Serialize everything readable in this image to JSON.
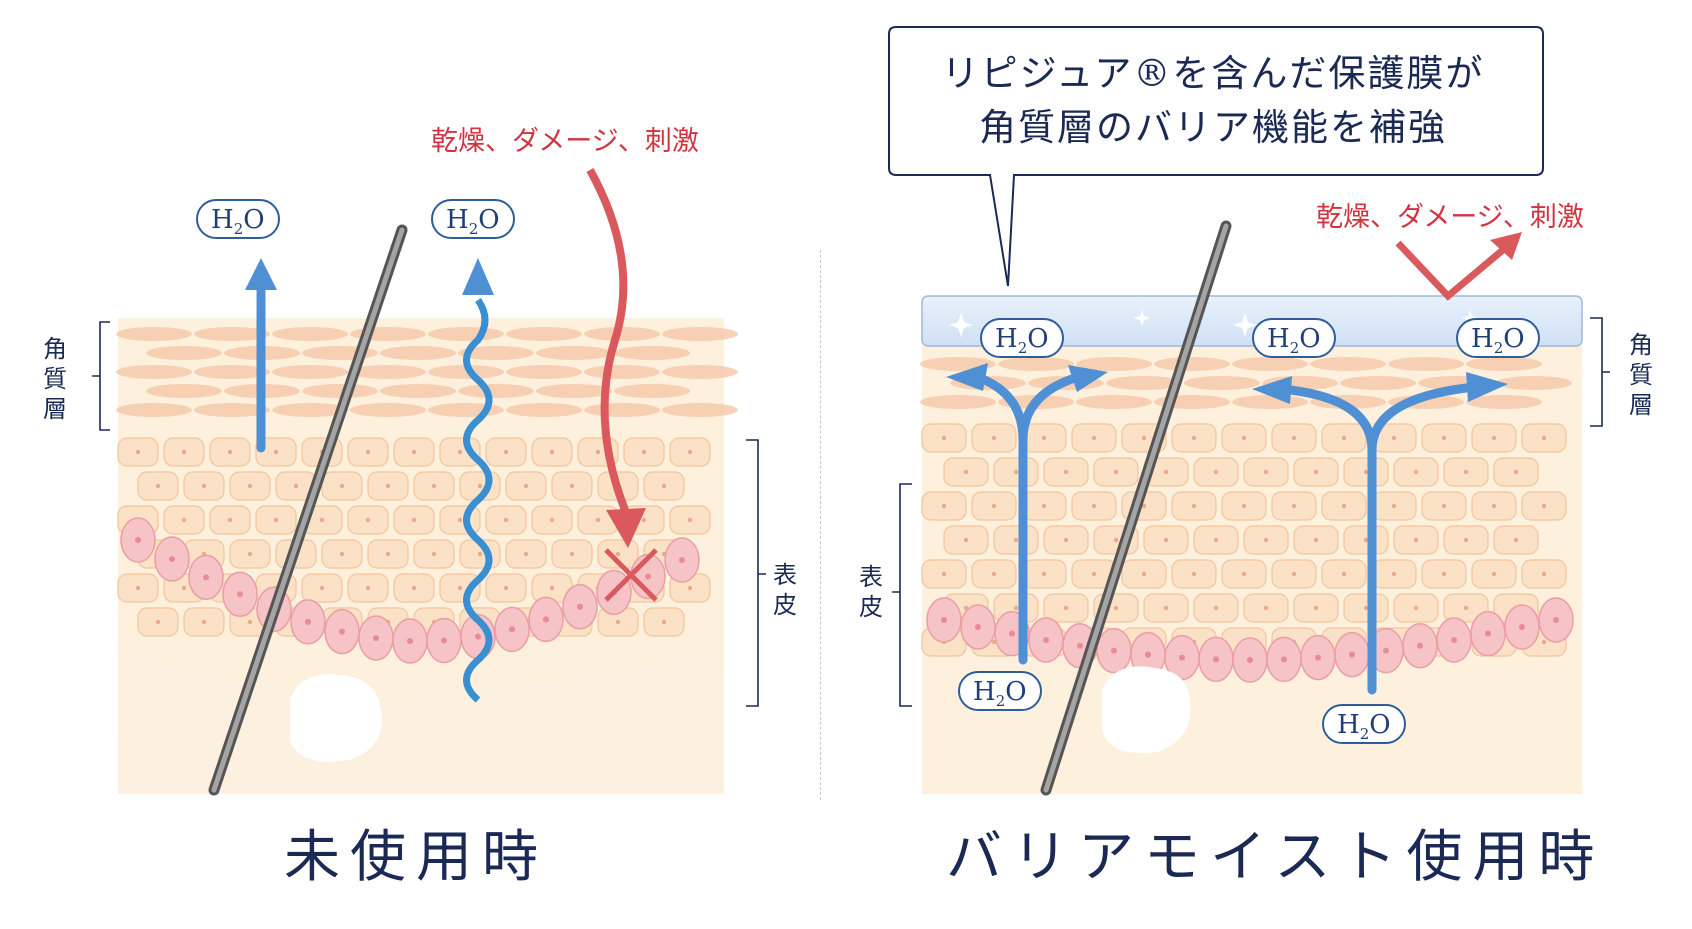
{
  "left_panel": {
    "stimulus_label": "乾燥、ダメージ、刺激",
    "h2o_labels": [
      "H2O",
      "H2O"
    ],
    "stratum_corneum_label": "角質層",
    "epidermis_label": "表皮",
    "caption": "未使用時"
  },
  "right_panel": {
    "callout_line1": "リピジュア®を含んだ保護膜が",
    "callout_line2": "角質層のバリア機能を補強",
    "stimulus_label": "乾燥、ダメージ、刺激",
    "h2o_labels": [
      "H2O",
      "H2O",
      "H2O",
      "H2O",
      "H2O"
    ],
    "stratum_corneum_label": "角質層",
    "epidermis_label": "表皮",
    "caption": "バリアモイスト使用時"
  },
  "colors": {
    "navy": "#1a2a55",
    "red_arrow": "#d9595c",
    "blue_arrow": "#4f90d4",
    "skin_base": "#fdf0dd",
    "basal_cell": "#f6c3c6"
  }
}
